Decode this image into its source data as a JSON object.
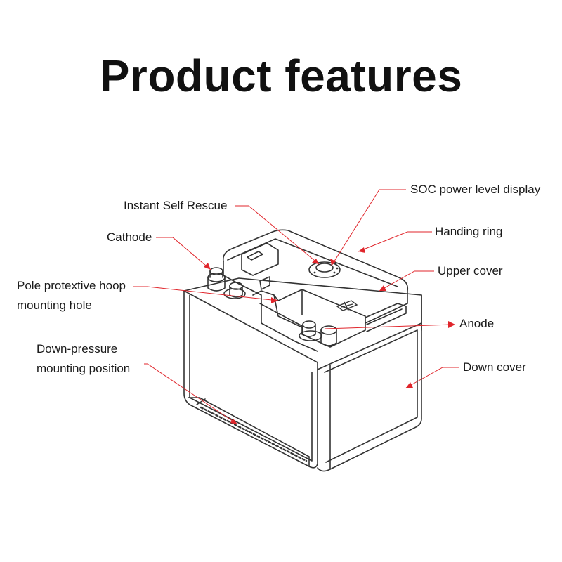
{
  "title": "Product features",
  "labels": {
    "soc": "SOC power level display",
    "self_rescue": "Instant Self Rescue",
    "handing_ring": "Handing ring",
    "cathode": "Cathode",
    "upper_cover": "Upper cover",
    "hoop_line1": "Pole protextive hoop",
    "hoop_line2": "mounting hole",
    "anode": "Anode",
    "down_line1": "Down-pressure",
    "down_line2": "mounting position",
    "down_cover": "Down cover"
  },
  "colors": {
    "leader": "#e0252b",
    "outline": "#333333",
    "text": "#1a1a1a"
  },
  "icons": {
    "battery": "battery-outline-drawing",
    "plus": "plus-symbol-icon"
  }
}
